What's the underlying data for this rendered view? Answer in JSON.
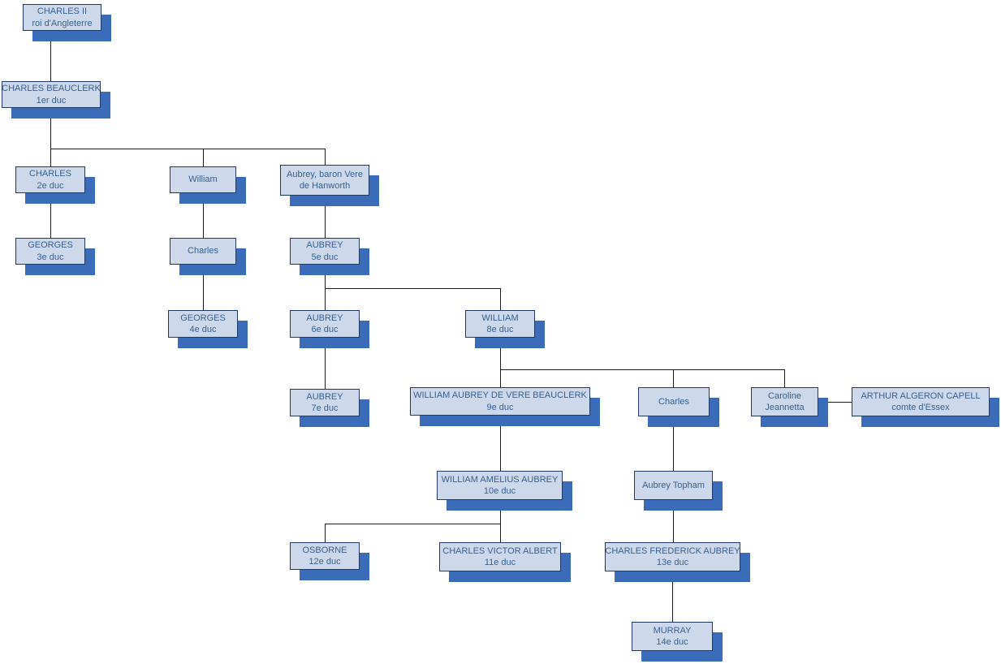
{
  "colors": {
    "background": "#ffffff",
    "node_fill": "#cdd9ea",
    "node_border": "#203864",
    "node_shadow": "#3b6cb9",
    "text": "#365f91",
    "line": "#1a1a1a"
  },
  "nodes": [
    {
      "id": "charles-ii",
      "line1": "CHARLES II",
      "line2": "roi d'Angleterre"
    },
    {
      "id": "charles-beauclerk",
      "line1": "CHARLES BEAUCLERK",
      "line2": "1er duc"
    },
    {
      "id": "charles-2e",
      "line1": "CHARLES",
      "line2": "2e duc"
    },
    {
      "id": "william",
      "line1": "William",
      "line2": ""
    },
    {
      "id": "aubrey-vere",
      "line1": "Aubrey, baron Vere",
      "line2": "de Hanworth"
    },
    {
      "id": "georges-3e",
      "line1": "GEORGES",
      "line2": "3e duc"
    },
    {
      "id": "charles-a",
      "line1": "Charles",
      "line2": ""
    },
    {
      "id": "aubrey-5e",
      "line1": "AUBREY",
      "line2": "5e duc"
    },
    {
      "id": "georges-4e",
      "line1": "GEORGES",
      "line2": "4e duc"
    },
    {
      "id": "aubrey-6e",
      "line1": "AUBREY",
      "line2": "6e duc"
    },
    {
      "id": "william-8e",
      "line1": "WILLIAM",
      "line2": "8e duc"
    },
    {
      "id": "aubrey-7e",
      "line1": "AUBREY",
      "line2": "7e duc"
    },
    {
      "id": "william-aubrey-9e",
      "line1": "WILLIAM AUBREY DE VERE BEAUCLERK",
      "line2": "9e duc"
    },
    {
      "id": "charles-b",
      "line1": "Charles",
      "line2": ""
    },
    {
      "id": "caroline-jeannetta",
      "line1": "Caroline",
      "line2": "Jeannetta"
    },
    {
      "id": "arthur-capell",
      "line1": "ARTHUR ALGERON CAPELL",
      "line2": "comte d'Essex"
    },
    {
      "id": "william-amelius-10e",
      "line1": "WILLIAM AMELIUS AUBREY",
      "line2": "10e duc"
    },
    {
      "id": "aubrey-topham",
      "line1": "Aubrey Topham",
      "line2": ""
    },
    {
      "id": "osborne-12e",
      "line1": "OSBORNE",
      "line2": "12e duc"
    },
    {
      "id": "charles-victor-11e",
      "line1": "CHARLES VICTOR ALBERT",
      "line2": "11e duc"
    },
    {
      "id": "charles-frederick-13e",
      "line1": "CHARLES FREDERICK AUBREY",
      "line2": "13e duc"
    },
    {
      "id": "murray-14e",
      "line1": "MURRAY",
      "line2": "14e duc"
    }
  ],
  "edges": [
    {
      "from": "charles-ii",
      "to": "charles-beauclerk",
      "type": "child"
    },
    {
      "from": "charles-beauclerk",
      "to": "charles-2e",
      "type": "child"
    },
    {
      "from": "charles-beauclerk",
      "to": "william",
      "type": "child"
    },
    {
      "from": "charles-beauclerk",
      "to": "aubrey-vere",
      "type": "child"
    },
    {
      "from": "charles-2e",
      "to": "georges-3e",
      "type": "child"
    },
    {
      "from": "william",
      "to": "charles-a",
      "type": "child"
    },
    {
      "from": "charles-a",
      "to": "georges-4e",
      "type": "child"
    },
    {
      "from": "aubrey-vere",
      "to": "aubrey-5e",
      "type": "child"
    },
    {
      "from": "aubrey-5e",
      "to": "aubrey-6e",
      "type": "child"
    },
    {
      "from": "aubrey-5e",
      "to": "william-8e",
      "type": "child"
    },
    {
      "from": "aubrey-6e",
      "to": "aubrey-7e",
      "type": "child"
    },
    {
      "from": "william-8e",
      "to": "william-aubrey-9e",
      "type": "child"
    },
    {
      "from": "william-8e",
      "to": "charles-b",
      "type": "child"
    },
    {
      "from": "william-8e",
      "to": "caroline-jeannetta",
      "type": "child"
    },
    {
      "from": "caroline-jeannetta",
      "to": "arthur-capell",
      "type": "spouse"
    },
    {
      "from": "william-aubrey-9e",
      "to": "william-amelius-10e",
      "type": "child"
    },
    {
      "from": "william-amelius-10e",
      "to": "osborne-12e",
      "type": "child"
    },
    {
      "from": "william-amelius-10e",
      "to": "charles-victor-11e",
      "type": "child"
    },
    {
      "from": "charles-b",
      "to": "aubrey-topham",
      "type": "child"
    },
    {
      "from": "aubrey-topham",
      "to": "charles-frederick-13e",
      "type": "child"
    },
    {
      "from": "charles-frederick-13e",
      "to": "murray-14e",
      "type": "child"
    }
  ]
}
